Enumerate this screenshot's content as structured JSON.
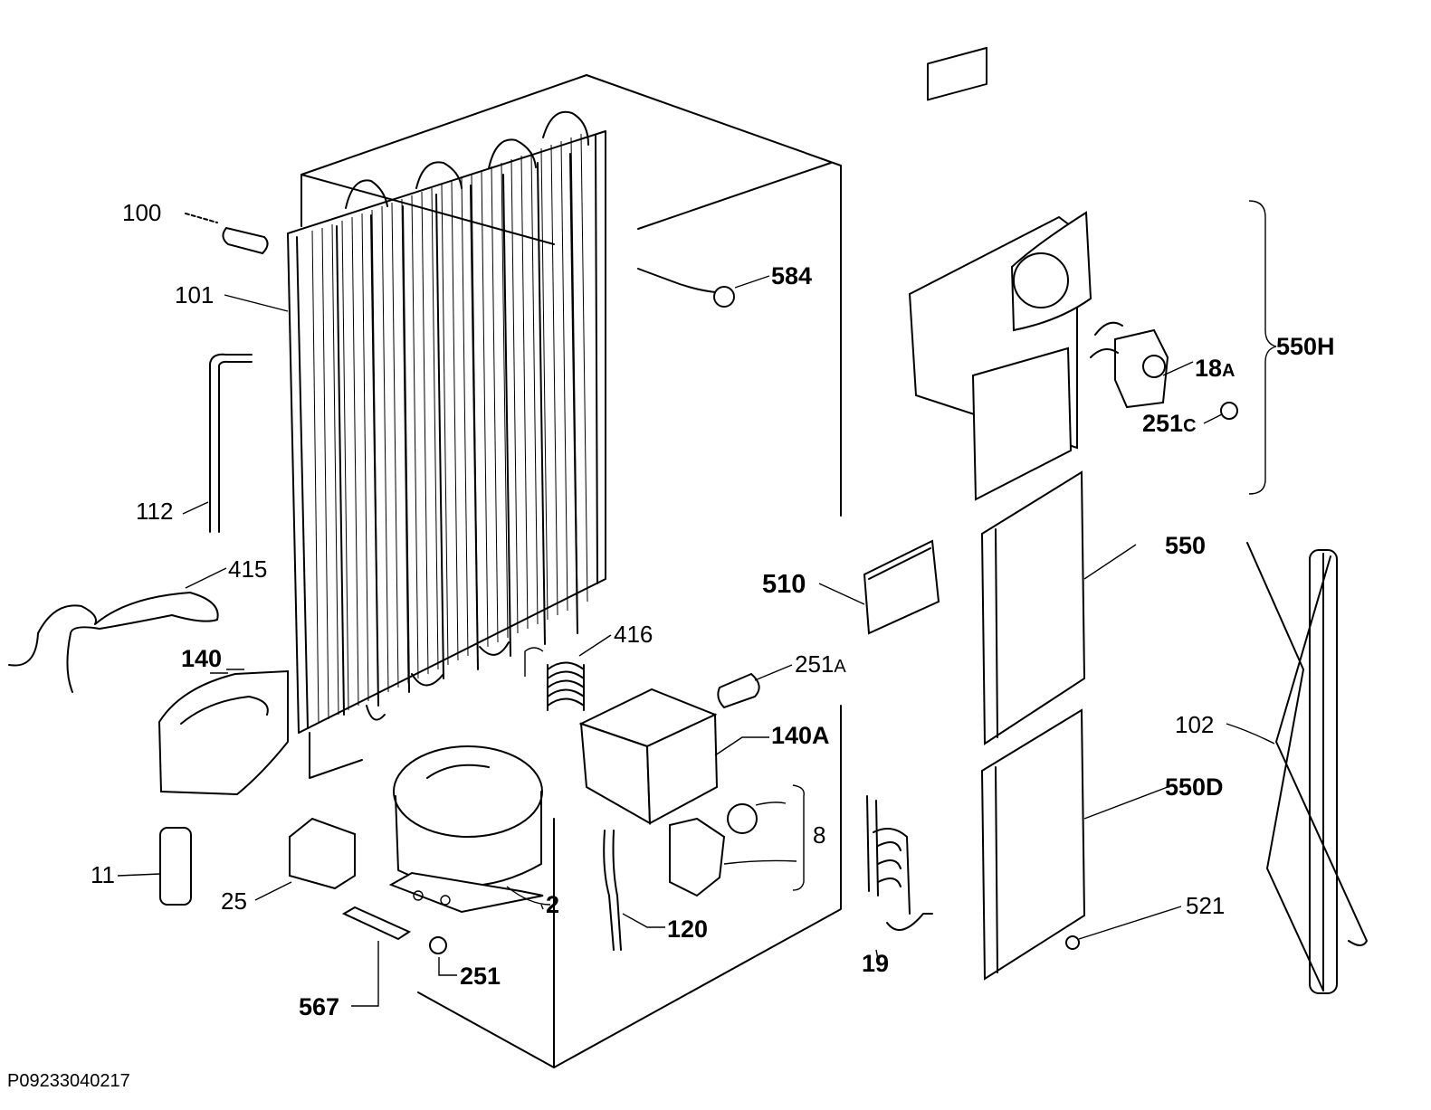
{
  "document_id": "P09233040217",
  "parts": {
    "100": "100",
    "101": "101",
    "112": "112",
    "415": "415",
    "140": "140",
    "11": "11",
    "25": "25",
    "567": "567",
    "251": "251",
    "2": "2",
    "120": "120",
    "416": "416",
    "251A_num": "251",
    "251A_suffix": "A",
    "140A": "140A",
    "8": "8",
    "584": "584",
    "510": "510",
    "19": "19",
    "550H": "550H",
    "18A_num": "18",
    "18A_suffix": "A",
    "251C_num": "251",
    "251C_suffix": "C",
    "550": "550",
    "550D": "550D",
    "521": "521",
    "102": "102"
  }
}
